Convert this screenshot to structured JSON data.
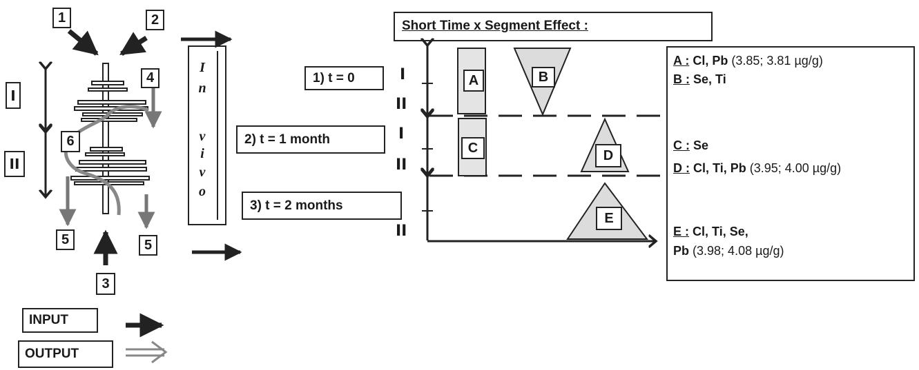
{
  "diagram": {
    "title": "Short Time x Segment Effect :",
    "numbers": {
      "n1": "1",
      "n2": "2",
      "n3": "3",
      "n4": "4",
      "n5a": "5",
      "n5b": "5",
      "n6": "6"
    },
    "segments": {
      "one": "I",
      "two": "II"
    },
    "in_vivo": [
      "I",
      "n",
      "v",
      "i",
      "v",
      "o"
    ],
    "steps": {
      "s1": "1) t = 0",
      "s2": "2) t = 1 month",
      "s3": "3) t = 2 months"
    },
    "shapes": {
      "A": "A",
      "B": "B",
      "C": "C",
      "D": "D",
      "E": "E"
    },
    "legend": {
      "a_key": "A :",
      "a_elems": "Cl, Pb",
      "a_vals": "(3.85; 3.81 µg/g)",
      "b_key": "B :",
      "b_elems": "Se, Ti",
      "c_key": "C :",
      "c_elems": "Se",
      "d_key": "D :",
      "d_elems": "Cl, Ti, Pb",
      "d_vals": "(3.95; 4.00 µg/g)",
      "e_key": "E :",
      "e_elems": "Cl, Ti, Se,",
      "e2_elems": "Pb",
      "e2_vals": "(3.98; 4.08 µg/g)"
    },
    "key": {
      "input": "INPUT",
      "output": "OUTPUT"
    }
  }
}
